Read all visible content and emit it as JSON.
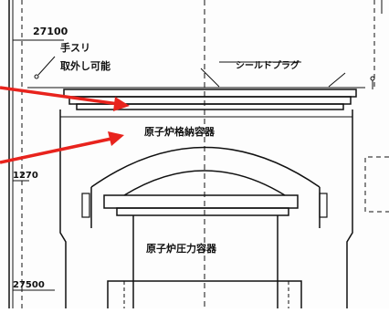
{
  "labels": {
    "elev_top": "27100",
    "elev_mid": "1270",
    "elev_bottom": "27500",
    "handrail_1": "手スリ",
    "handrail_2": "取外し可能",
    "shield_plug": "シールドプラグ",
    "containment_vessel": "原子炉格納容器",
    "pressure_vessel": "原子炉圧力容器"
  },
  "colors": {
    "line": "#111111",
    "arrow": "#e8231d",
    "background": "#fdfdfd"
  }
}
